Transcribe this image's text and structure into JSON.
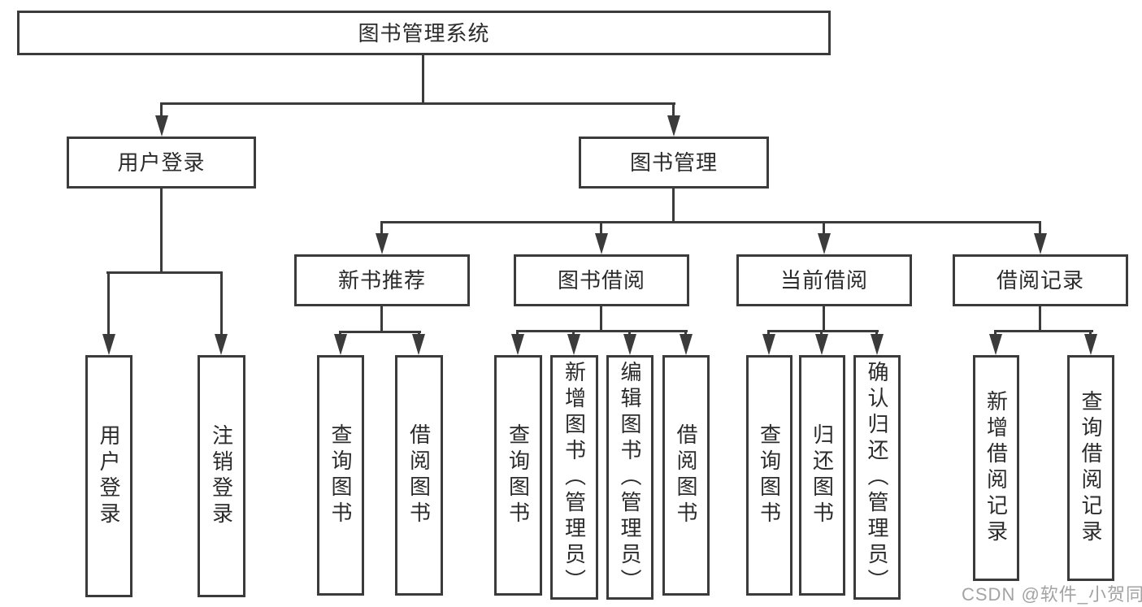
{
  "diagram": {
    "root": {
      "label": "图书管理系统"
    },
    "level2": {
      "user_login": "用户登录",
      "book_mgmt": "图书管理"
    },
    "level3": {
      "new_books": "新书推荐",
      "book_borrow": "图书借阅",
      "current_borrow": "当前借阅",
      "borrow_records": "借阅记录"
    },
    "leaves": {
      "user_login": [
        "用户登录",
        "注销登录"
      ],
      "new_books": [
        "查询图书",
        "借阅图书"
      ],
      "book_borrow": [
        "查询图书",
        "新增图书（管理员）",
        "编辑图书（管理员）",
        "借阅图书"
      ],
      "current_borrow": [
        "查询图书",
        "归还图书",
        "确认归还（管理员）"
      ],
      "borrow_records": [
        "新增借阅记录",
        "查询借阅记录"
      ]
    },
    "watermark": "CSDN @软件_小贺同学",
    "colors": {
      "line": "#3b3b3b",
      "text": "#2b2b2b",
      "background": "#ffffff",
      "watermark": "#9c9c9c"
    }
  }
}
